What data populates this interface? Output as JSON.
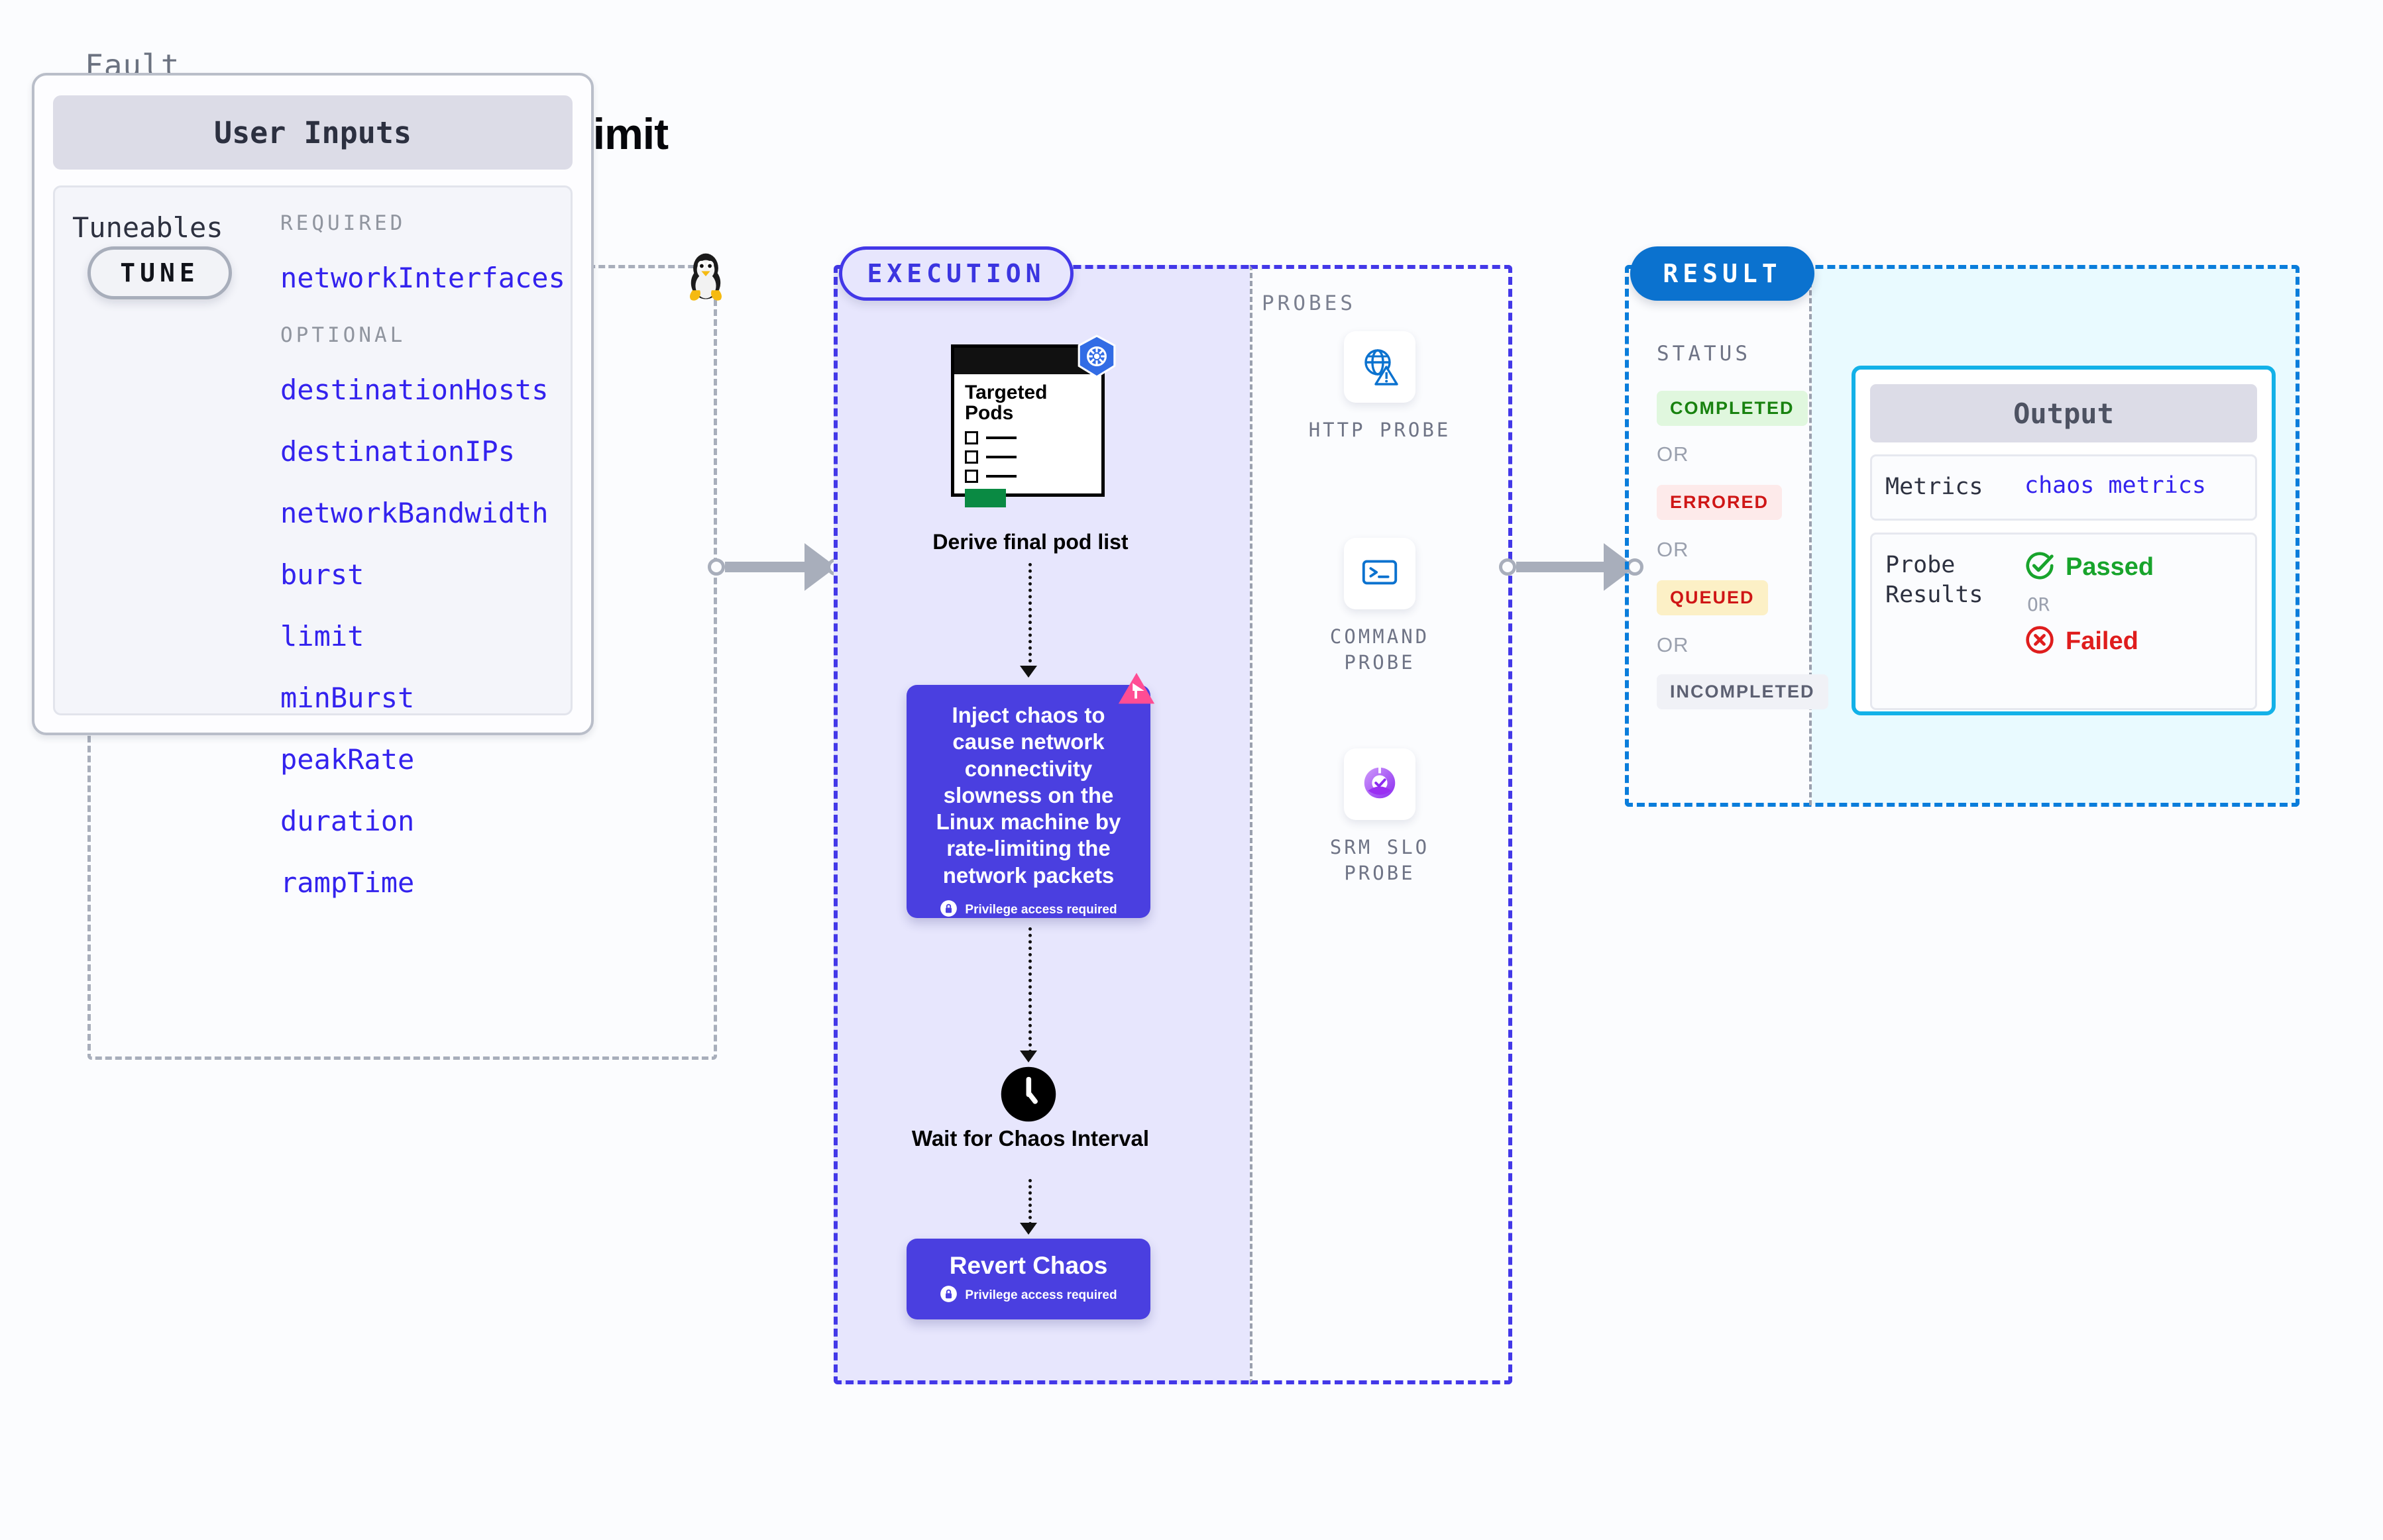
{
  "header": {
    "kicker": "Fault",
    "title": "Linux Network Rate Limit",
    "icon": "linux-tux-icon"
  },
  "tune": {
    "badge": "TUNE",
    "panel_title": "User Inputs",
    "tuneables_label": "Tuneables",
    "groups": [
      {
        "title": "REQUIRED",
        "items": [
          "networkInterfaces"
        ]
      },
      {
        "title": "OPTIONAL",
        "items": [
          "destinationHosts",
          "destinationIPs",
          "networkBandwidth",
          "burst",
          "limit",
          "minBurst",
          "peakRate",
          "duration",
          "rampTime"
        ]
      }
    ]
  },
  "execution": {
    "badge": "EXECUTION",
    "pods_card_title": "Targeted Pods",
    "pods_caption": "Derive final pod list",
    "k8s_icon": "kubernetes-helm-icon",
    "chaos": {
      "text": "Inject chaos to cause network connectivity slowness on the Linux machine by rate-limiting the network packets",
      "privilege_note": "Privilege access required",
      "lock_icon": "lock-icon",
      "corner_icon": "litmus-chaos-icon"
    },
    "wait": {
      "caption": "Wait for Chaos Interval",
      "icon": "clock-icon"
    },
    "revert": {
      "title": "Revert Chaos",
      "privilege_note": "Privilege access required",
      "lock_icon": "lock-icon"
    }
  },
  "probes": {
    "title": "PROBES",
    "items": [
      {
        "label": "HTTP PROBE",
        "icon": "globe-warning-icon"
      },
      {
        "label": "COMMAND PROBE",
        "icon": "terminal-icon"
      },
      {
        "label": "SRM SLO PROBE",
        "icon": "slo-gauge-icon"
      }
    ]
  },
  "result": {
    "badge": "RESULT",
    "status_title": "STATUS",
    "or_label": "OR",
    "statuses": [
      {
        "label": "COMPLETED",
        "fg": "#18820f",
        "bg": "#e0f7de"
      },
      {
        "label": "ERRORED",
        "fg": "#cf1616",
        "bg": "#fdeaea"
      },
      {
        "label": "QUEUED",
        "fg": "#cf1616",
        "bg": "#fcf0c6"
      },
      {
        "label": "INCOMPLETED",
        "fg": "#5c6072",
        "bg": "#f0f1f6"
      }
    ],
    "output": {
      "title": "Output",
      "metrics_key": "Metrics",
      "metrics_value": "chaos metrics",
      "probe_key": "Probe Results",
      "passed_label": "Passed",
      "failed_label": "Failed",
      "or_label": "OR",
      "pass_icon": "check-circle-icon",
      "fail_icon": "x-circle-icon"
    }
  },
  "colors": {
    "accent_indigo": "#4338e8",
    "accent_blue": "#0b72cf",
    "accent_cyan": "#13b1e8",
    "chaos_purple": "#4a3fe0",
    "link_blue": "#3322ee"
  }
}
